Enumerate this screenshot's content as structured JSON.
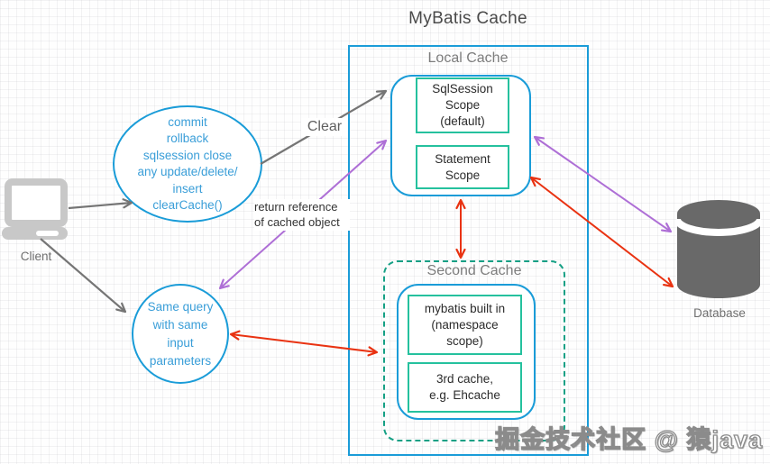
{
  "title": "MyBatis Cache",
  "watermark": "掘金技术社区 @ 猿java",
  "client": {
    "label": "Client"
  },
  "database": {
    "label": "Database"
  },
  "triggers_ellipse": {
    "text": "commit\nrollback\nsqlsession close\nany update/delete/\ninsert\nclearCache()"
  },
  "query_ellipse": {
    "text": "Same query\nwith same\ninput\nparameters"
  },
  "local_cache": {
    "label": "Local Cache",
    "sqlsession_scope": "SqlSession\nScope\n(default)",
    "statement_scope": "Statement\nScope"
  },
  "second_cache": {
    "label": "Second Cache",
    "mybatis_builtin": "mybatis built in\n(namespace\nscope)",
    "third_party": "3rd cache,\ne.g. Ehcache"
  },
  "edge_labels": {
    "clear": "Clear",
    "return_reference": "return reference\nof cached object"
  },
  "arrows": [
    {
      "name": "client-to-triggers",
      "from": "client",
      "to": "triggers-ellipse",
      "color": "gray",
      "bidirectional": false
    },
    {
      "name": "client-to-query",
      "from": "client",
      "to": "same-query-ellipse",
      "color": "gray",
      "bidirectional": false
    },
    {
      "name": "clear",
      "from": "triggers-ellipse",
      "to": "local-cache",
      "color": "gray",
      "bidirectional": false,
      "label": "Clear"
    },
    {
      "name": "return-reference",
      "from": "same-query-ellipse",
      "to": "local-cache",
      "color": "purple",
      "bidirectional": true,
      "label": "return reference of cached object"
    },
    {
      "name": "local-cache-db-purple",
      "from": "local-cache",
      "to": "database",
      "color": "purple",
      "bidirectional": true
    },
    {
      "name": "local-cache-db-red",
      "from": "local-cache",
      "to": "database",
      "color": "red",
      "bidirectional": true
    },
    {
      "name": "local-to-second-cache",
      "from": "local-cache",
      "to": "second-cache",
      "color": "red",
      "bidirectional": true
    },
    {
      "name": "query-to-second-cache",
      "from": "same-query-ellipse",
      "to": "second-cache",
      "color": "red",
      "bidirectional": true
    }
  ],
  "colors": {
    "blue": "#1a9cd8",
    "teal": "#25c19e",
    "teal_dashed": "#16a085",
    "red": "#e93211",
    "purple": "#ae6fd6",
    "gray": "#757575"
  }
}
